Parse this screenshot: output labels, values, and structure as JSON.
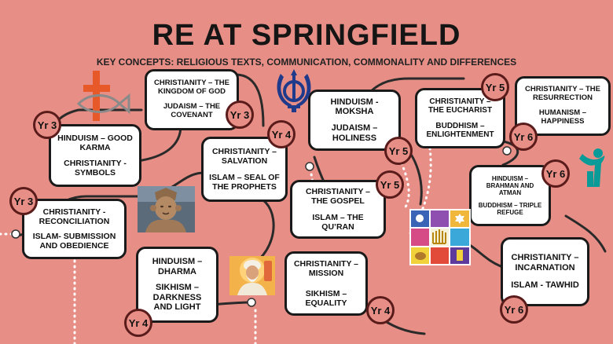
{
  "title": "RE AT SPRINGFIELD",
  "subtitle": "KEY CONCEPTS: RELIGIOUS TEXTS, COMMUNICATION, COMMONALITY AND DIFFERENCES",
  "cards": [
    {
      "id": "reconciliation",
      "lines": [
        "CHRISTIANITY -",
        "RECONCILIATION",
        "ISLAM- SUBMISSION",
        "AND OBEDIENCE"
      ],
      "badge": "Yr 3"
    },
    {
      "id": "karma",
      "lines": [
        "HINDUISM – GOOD",
        "KARMA",
        "CHRISTIANITY -",
        "SYMBOLS"
      ],
      "badge": "Yr 3"
    },
    {
      "id": "kingdom",
      "lines": [
        "CHRISTIANITY – THE",
        "KINGDOM OF GOD",
        "JUDAISM – THE",
        "COVENANT"
      ],
      "badge": "Yr 3"
    },
    {
      "id": "salvation",
      "lines": [
        "CHRISTIANITY –",
        "SALVATION",
        "ISLAM – SEAL OF",
        "THE PROPHETS"
      ],
      "badge": "Yr 4"
    },
    {
      "id": "dharma",
      "lines": [
        "HINDUISM –",
        "DHARMA",
        "SIKHISM –",
        "DARKNESS",
        "AND LIGHT"
      ],
      "badge": "Yr 4"
    },
    {
      "id": "mission",
      "lines": [
        "CHRISTIANITY –",
        "MISSION",
        "SIKHISM –",
        "EQUALITY"
      ],
      "badge": "Yr 4"
    },
    {
      "id": "moksha",
      "lines": [
        "HINDUISM -",
        "MOKSHA",
        "JUDAISM –",
        "HOLINESS"
      ],
      "badge": "Yr 5"
    },
    {
      "id": "gospel",
      "lines": [
        "CHRISTIANITY –",
        "THE GOSPEL",
        "ISLAM – THE",
        "QU’RAN"
      ],
      "badge": "Yr 5"
    },
    {
      "id": "eucharist",
      "lines": [
        "CHRISTIANITY –",
        "THE EUCHARIST",
        "BUDDHISM –",
        "ENLIGHTENMENT"
      ],
      "badge": "Yr 5"
    },
    {
      "id": "resurrection",
      "lines": [
        "CHRISTIANITY – THE",
        "RESURRECTION",
        "HUMANISM –",
        "HAPPINESS"
      ],
      "badge": "Yr 6"
    },
    {
      "id": "brahman",
      "lines": [
        "HINDUISM –",
        "BRAHMAN AND",
        "ATMAN",
        "BUDDHISM – TRIPLE",
        "REFUGE"
      ],
      "badge": "Yr 6"
    },
    {
      "id": "incarnation",
      "lines": [
        "CHRISTIANITY –",
        "INCARNATION",
        "ISLAM - TAWHID"
      ],
      "badge": "Yr 6"
    }
  ],
  "images": {
    "cross_fish": "cross-and-fish-icon",
    "khanda": "khanda-icon",
    "hindu_statue": "hindu-deity-statue-photo",
    "guru": "sikh-guru-portrait",
    "jewish_symbols": "jewish-symbols-collage",
    "humanist": "happy-human-icon"
  },
  "colors": {
    "background": "#e78f86",
    "path": "#2a2a2a",
    "accent_orange": "#e8592a",
    "khanda": "#1f3a8a",
    "humanist": "#0a9a98"
  }
}
